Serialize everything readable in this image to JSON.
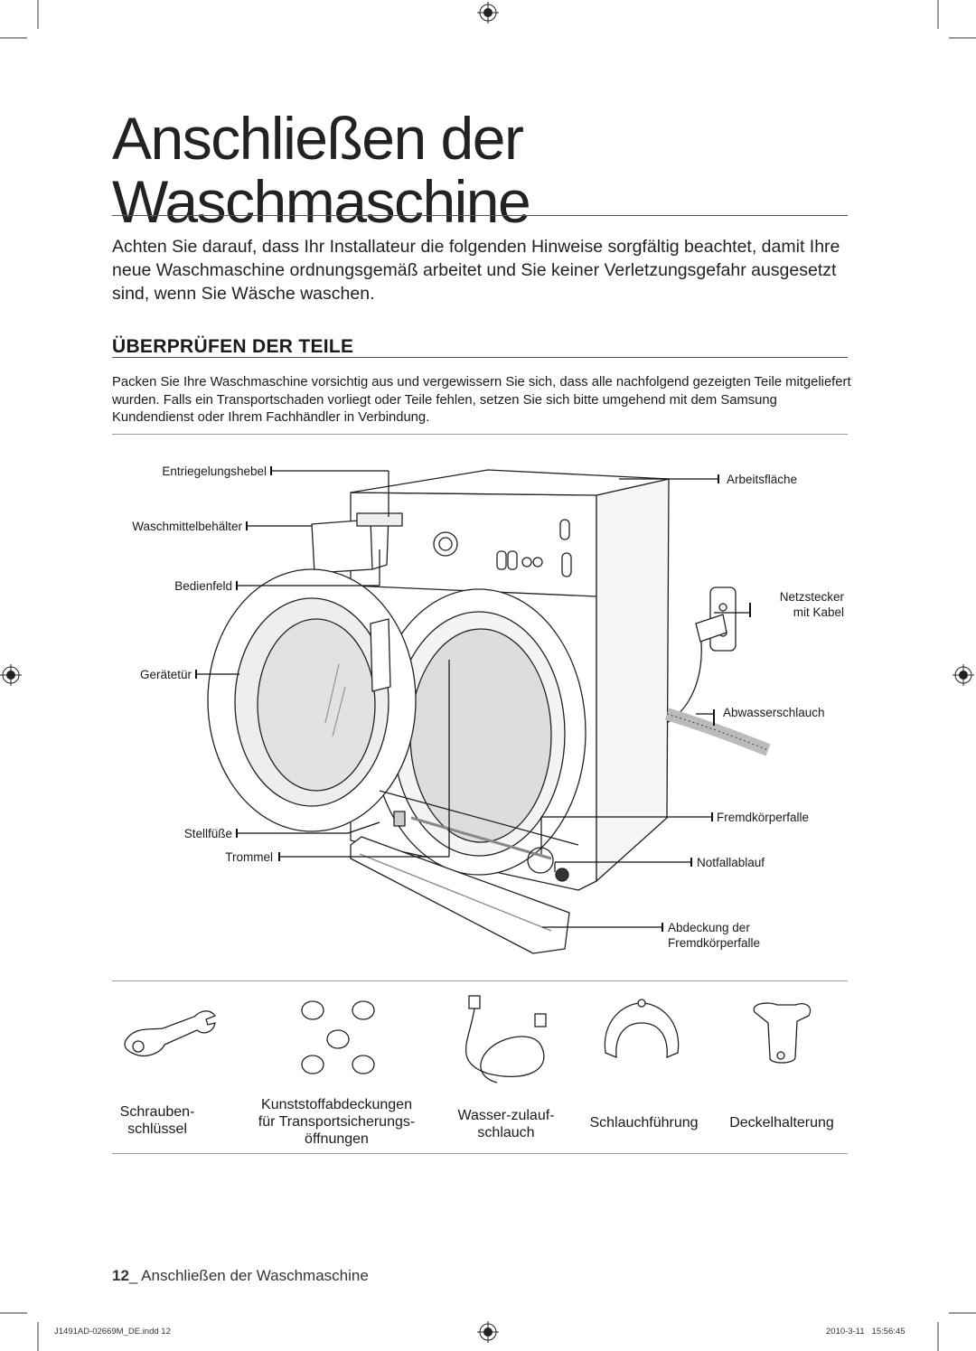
{
  "page": {
    "title_line1": "Anschließen der",
    "title_line2": "Waschmaschine",
    "intro": "Achten Sie darauf, dass Ihr Installateur die folgenden Hinweise sorgfältig beachtet, damit Ihre neue Waschmaschine ordnungsgemäß arbeitet und Sie keiner Verletzungsgefahr ausgesetzt sind, wenn Sie Wäsche waschen.",
    "section_heading": "ÜBERPRÜFEN DER TEILE",
    "section_body": "Packen Sie Ihre Waschmaschine vorsichtig aus und vergewissern Sie sich, dass alle nachfolgend gezeigten Teile mitgeliefert wurden.  Falls ein Transportschaden vorliegt oder Teile fehlen, setzen Sie sich bitte umgehend mit dem Samsung Kundendienst oder Ihrem Fachhändler in Verbindung."
  },
  "diagram": {
    "labels_left": {
      "entriegelungshebel": "Entriegelungshebel",
      "waschmittelbehaelter": "Waschmittelbehälter",
      "bedienfeld": "Bedienfeld",
      "geraetetuer": "Gerätetür",
      "stellfuesse": "Stellfüße",
      "trommel": "Trommel"
    },
    "labels_right": {
      "arbeitsflaeche": "Arbeitsfläche",
      "netzstecker_1": "Netzstecker",
      "netzstecker_2": "mit Kabel",
      "abwasserschlauch": "Abwasserschlauch",
      "fremdkoerperfalle": "Fremdkörperfalle",
      "notfallablauf": "Notfallablauf",
      "abdeckung_1": "Abdeckung der",
      "abdeckung_2": "Fremdkörperfalle"
    }
  },
  "accessories": [
    {
      "line1": "Schrauben-",
      "line2": "schlüssel"
    },
    {
      "line1": "Kunststoffabdeckungen",
      "line2": "für Transportsicherungs-",
      "line3": "öffnungen"
    },
    {
      "line1": "Wasser-zulauf-",
      "line2": "schlauch"
    },
    {
      "line1": "Schlauchführung"
    },
    {
      "line1": "Deckelhalterung"
    }
  ],
  "footer": {
    "page_number": "12",
    "running_title": "Anschließen der Waschmaschine",
    "file": "J1491AD-02669M_DE.indd   12",
    "date": "2010-3-11",
    "time": "15:56:45"
  }
}
